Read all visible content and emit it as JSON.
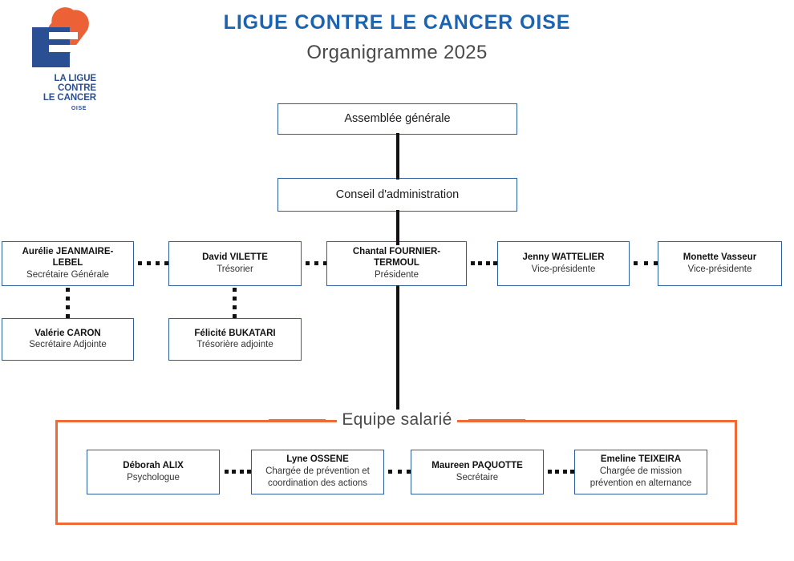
{
  "logo": {
    "line1": "LA LIGUE",
    "line2": "CONTRE",
    "line3": "LE CANCER",
    "region": "OISE",
    "heart_color": "#ec6136",
    "square_color": "#2a4f92"
  },
  "header": {
    "title": "LIGUE CONTRE LE CANCER OISE",
    "subtitle": "Organigramme 2025",
    "title_color": "#1c63b0",
    "subtitle_color": "#4a4a4a"
  },
  "colors": {
    "box_border": "#2d5f9e",
    "connector": "#111111",
    "accent_orange": "#ef6a35"
  },
  "nodes": {
    "assemblee": {
      "name": "Assemblée générale",
      "role": ""
    },
    "conseil": {
      "name": "Conseil d'administration",
      "role": ""
    },
    "secretaire_generale": {
      "name": "Aurélie JEANMAIRE-LEBEL",
      "role": "Secrétaire Générale"
    },
    "tresorier": {
      "name": "David VILETTE",
      "role": "Trésorier"
    },
    "presidente": {
      "name": "Chantal FOURNIER-TERMOUL",
      "role": "Présidente"
    },
    "vice_presidente_1": {
      "name": "Jenny WATTELIER",
      "role": "Vice-présidente"
    },
    "vice_presidente_2": {
      "name": "Monette Vasseur",
      "role": "Vice-présidente"
    },
    "secretaire_adjointe": {
      "name": "Valérie CARON",
      "role": "Secrétaire Adjointe"
    },
    "tresoriere_adjointe": {
      "name": "Félicité BUKATARI",
      "role": "Trésorière adjointe"
    },
    "psychologue": {
      "name": "Déborah ALIX",
      "role": "Psychologue"
    },
    "prevention": {
      "name": "Lyne OSSENE",
      "role": "Chargée de prévention et coordination des actions"
    },
    "secretaire": {
      "name": "Maureen PAQUOTTE",
      "role": "Secrétaire"
    },
    "alternance": {
      "name": "Emeline TEIXEIRA",
      "role": "Chargée de mission prévention en alternance"
    }
  },
  "team_section": {
    "label": "Equipe salarié"
  }
}
